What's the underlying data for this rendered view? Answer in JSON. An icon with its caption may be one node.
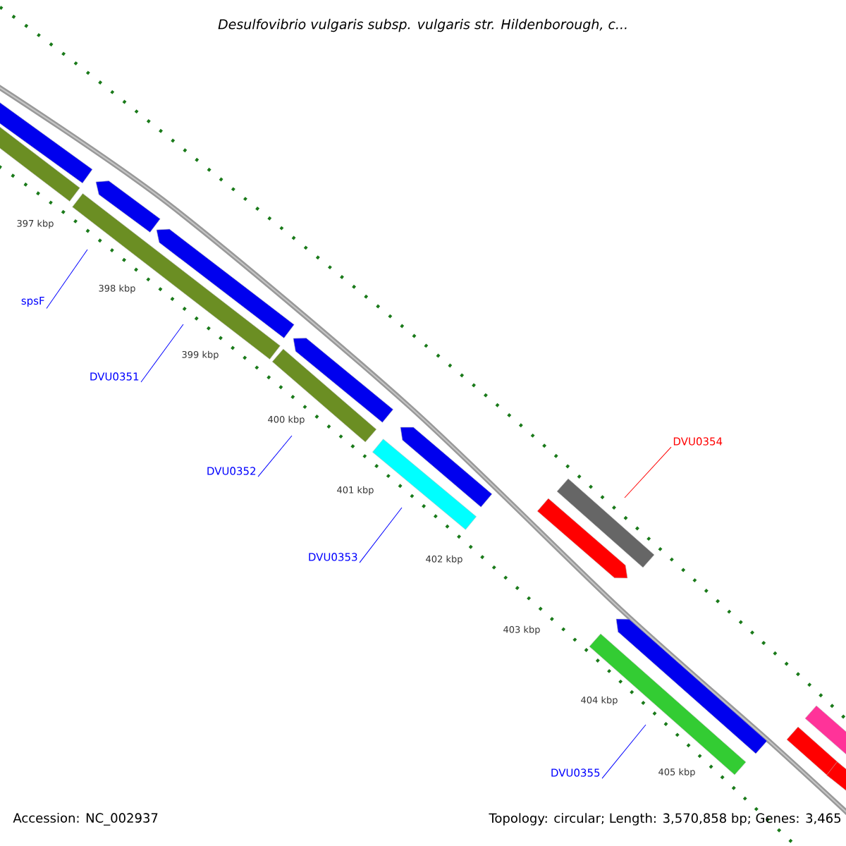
{
  "diagram": {
    "title": "Desulfovibrio vulgaris subsp. vulgaris str. Hildenborough, c...",
    "nodes": [
      {
        "text": [
          "spsF"
        ]
      },
      {
        "text": [
          "DVU0351"
        ]
      },
      {
        "text": [
          "DVU0352"
        ]
      },
      {
        "text": [
          "DVU0353"
        ]
      },
      {
        "text": [
          "DVU0354"
        ]
      },
      {
        "text": [
          "DVU0355"
        ]
      }
    ],
    "edges": [
      {
        "from": 0,
        "to": null,
        "arrow": "none"
      },
      {
        "from": 1,
        "to": null,
        "arrow": "none"
      },
      {
        "from": 2,
        "to": null,
        "arrow": "none"
      },
      {
        "from": 3,
        "to": null,
        "arrow": "none"
      },
      {
        "from": 4,
        "to": null,
        "arrow": "none",
        "color": "#ff0000"
      },
      {
        "from": 5,
        "to": null,
        "arrow": "none"
      }
    ],
    "labels": [
      "397 kbp",
      "398 kbp",
      "399 kbp",
      "400 kbp",
      "401 kbp",
      "402 kbp",
      "403 kbp",
      "404 kbp",
      "405 kbp",
      "Accession: NC_002937",
      "Topology: circular; Length: 3,570,858 bp; Genes: 3,465"
    ]
  }
}
